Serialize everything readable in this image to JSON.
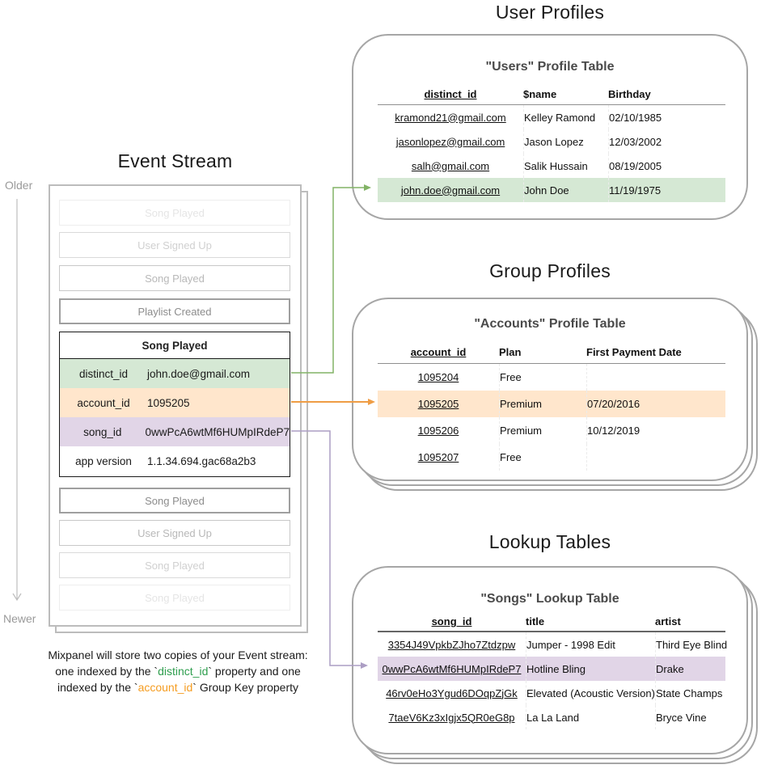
{
  "event_stream": {
    "title": "Event Stream",
    "older_label": "Older",
    "newer_label": "Newer",
    "events_before": [
      "Song Played",
      "User Signed Up",
      "Song Played",
      "Playlist Created"
    ],
    "expanded_event": {
      "name": "Song Played",
      "properties": [
        {
          "key": "distinct_id",
          "value": "john.doe@gmail.com",
          "highlight": "green"
        },
        {
          "key": "account_id",
          "value": "1095205",
          "highlight": "orange"
        },
        {
          "key": "song_id",
          "value": "0wwPcA6wtMf6HUMpIRdeP7",
          "highlight": "purple"
        },
        {
          "key": "app version",
          "value": "1.1.34.694.gac68a2b3",
          "highlight": "none"
        }
      ]
    },
    "events_after": [
      "Song Played",
      "User Signed Up",
      "Song Played",
      "Song Played"
    ]
  },
  "user_profiles": {
    "section_title": "User Profiles",
    "table_title": "\"Users\" Profile Table",
    "columns": [
      "distinct_id",
      "$name",
      "Birthday"
    ],
    "rows": [
      [
        "kramond21@gmail.com",
        "Kelley Ramond",
        "02/10/1985"
      ],
      [
        "jasonlopez@gmail.com",
        "Jason Lopez",
        "12/03/2002"
      ],
      [
        "salh@gmail.com",
        "Salik Hussain",
        "08/19/2005"
      ],
      [
        "john.doe@gmail.com",
        "John Doe",
        "11/19/1975"
      ]
    ],
    "highlighted_row_index": 3
  },
  "group_profiles": {
    "section_title": "Group Profiles",
    "table_title": "\"Accounts\" Profile Table",
    "columns": [
      "account_id",
      "Plan",
      "First Payment Date"
    ],
    "rows": [
      [
        "1095204",
        "Free",
        ""
      ],
      [
        "1095205",
        "Premium",
        "07/20/2016"
      ],
      [
        "1095206",
        "Premium",
        "10/12/2019"
      ],
      [
        "1095207",
        "Free",
        ""
      ]
    ],
    "highlighted_row_index": 1
  },
  "lookup_tables": {
    "section_title": "Lookup Tables",
    "table_title": "\"Songs\" Lookup Table",
    "columns": [
      "song_id",
      "title",
      "artist"
    ],
    "rows": [
      [
        "3354J49VpkbZJho7Ztdzpw",
        "Jumper - 1998 Edit",
        "Third Eye Blind"
      ],
      [
        "0wwPcA6wtMf6HUMpIRdeP7",
        "Hotline Bling",
        "Drake"
      ],
      [
        "46rv0eHo3Ygud6DOqpZjGk",
        "Elevated (Acoustic Version)",
        "State Champs"
      ],
      [
        "7taeV6Kz3xIgjx5QR0eG8p",
        "La La Land",
        "Bryce Vine"
      ]
    ],
    "highlighted_row_index": 1
  },
  "caption": {
    "line1": "Mixpanel will store two copies of your Event stream:",
    "line2": {
      "pre": "one indexed by the `",
      "code": "distinct_id",
      "post": "` property and one"
    },
    "line3": {
      "pre": "indexed by the `",
      "code": "account_id",
      "post": "` Group Key property"
    }
  },
  "colors": {
    "highlight_green": "#d5e8d4",
    "highlight_orange": "#ffe6cc",
    "highlight_purple": "#e1d5e7",
    "arrow_green": "#82b366",
    "arrow_orange": "#ef9d45",
    "arrow_purple": "#ac9ec4",
    "caption_code_green": "#2e9e4e",
    "caption_code_orange": "#f59c20"
  }
}
